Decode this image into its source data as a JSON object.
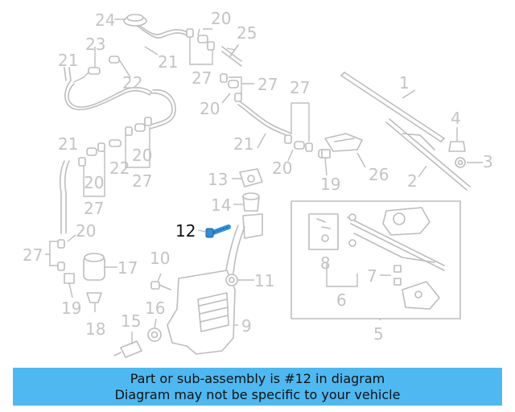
{
  "diagram": {
    "labels": [
      {
        "id": "1",
        "text": "1"
      },
      {
        "id": "2",
        "text": "2"
      },
      {
        "id": "3",
        "text": "3"
      },
      {
        "id": "4",
        "text": "4"
      },
      {
        "id": "5",
        "text": "5"
      },
      {
        "id": "6",
        "text": "6"
      },
      {
        "id": "7",
        "text": "7"
      },
      {
        "id": "8",
        "text": "8"
      },
      {
        "id": "9",
        "text": "9"
      },
      {
        "id": "10",
        "text": "10"
      },
      {
        "id": "11",
        "text": "11"
      },
      {
        "id": "12",
        "text": "12"
      },
      {
        "id": "13",
        "text": "13"
      },
      {
        "id": "14",
        "text": "14"
      },
      {
        "id": "15",
        "text": "15"
      },
      {
        "id": "16",
        "text": "16"
      },
      {
        "id": "17",
        "text": "17"
      },
      {
        "id": "18",
        "text": "18"
      },
      {
        "id": "19",
        "text": "19"
      },
      {
        "id": "20",
        "text": "20"
      },
      {
        "id": "21",
        "text": "21"
      },
      {
        "id": "22",
        "text": "22"
      },
      {
        "id": "23",
        "text": "23"
      },
      {
        "id": "24",
        "text": "24"
      },
      {
        "id": "25",
        "text": "25"
      },
      {
        "id": "26",
        "text": "26"
      },
      {
        "id": "27",
        "text": "27"
      }
    ],
    "highlighted_part": "12",
    "colors": {
      "highlight_part": "#2f8fd8",
      "banner": "#4fb8f0",
      "parts": "#bdbdbd",
      "labels": "#c4c4c4"
    }
  },
  "banner": {
    "line1": "Part or sub-assembly is #12 in diagram",
    "line2": "Diagram may not be specific to your vehicle"
  }
}
